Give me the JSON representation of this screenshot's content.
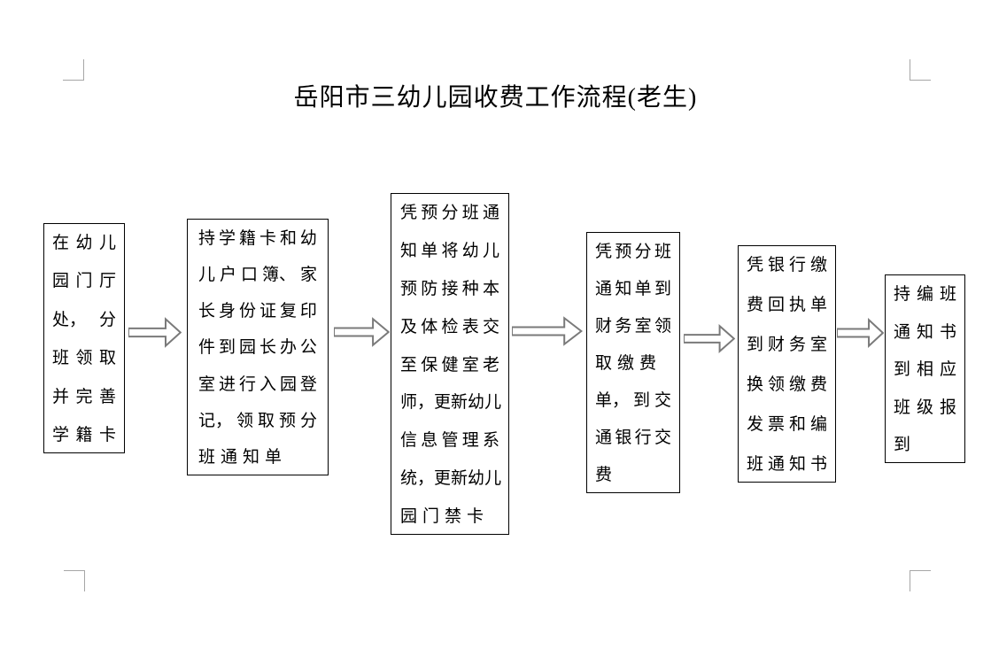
{
  "title": "岳阳市三幼儿园收费工作流程(老生)",
  "flowchart": {
    "boxes": [
      {
        "step": 1,
        "text": "在幼儿园门厅处，分班领取并完善学籍卡",
        "lines": [
          "在幼儿",
          "园门厅",
          "处，分",
          "班领取",
          "并完善",
          "学籍卡"
        ]
      },
      {
        "step": 2,
        "text": "持学籍卡和幼儿户口簿、家长身份证复印件到园长办公室进行入园登记，领取预分班通知单",
        "lines": [
          "持学籍卡和幼",
          "儿户口簿、家",
          "长身份证复印",
          "件到园长办公",
          "室进行入园登",
          "记，领取预分",
          "班通知单"
        ]
      },
      {
        "step": 3,
        "text": "凭预分班通知单将幼儿预防接种本及体检表交至保健室老师，更新幼儿信息管理系统，更新幼儿园门禁卡",
        "lines": [
          "凭预分班通",
          "知单将幼儿",
          "预防接种本",
          "及体检表交",
          "至保健室老",
          "师，更新幼儿",
          "信息管理系",
          "统，更新幼儿",
          "园门禁卡"
        ]
      },
      {
        "step": 4,
        "text": "凭预分班通知单到财务室领取缴费单，到交通银行交费",
        "lines": [
          "凭预分班",
          "通知单到",
          "财务室领",
          "取缴费",
          "单，到交",
          "通银行交",
          "费"
        ]
      },
      {
        "step": 5,
        "text": "凭银行缴费回执单到财务室换领缴费发票和编班通知书",
        "lines": [
          "凭银行缴",
          "费回执单",
          "到财务室",
          "换领缴费",
          "发票和编",
          "班通知书"
        ]
      },
      {
        "step": 6,
        "text": "持编班通知书到相应班级报到",
        "lines": [
          "持编班",
          "通知书",
          "到相应",
          "班级报",
          "到"
        ]
      }
    ],
    "connector_icon": "right-block-arrow",
    "connector_count": 5
  },
  "colors": {
    "background": "#ffffff",
    "text": "#000000",
    "box_border": "#000000",
    "arrow_outline": "#7a7a7a",
    "margin_mark": "#a6a6a6"
  }
}
